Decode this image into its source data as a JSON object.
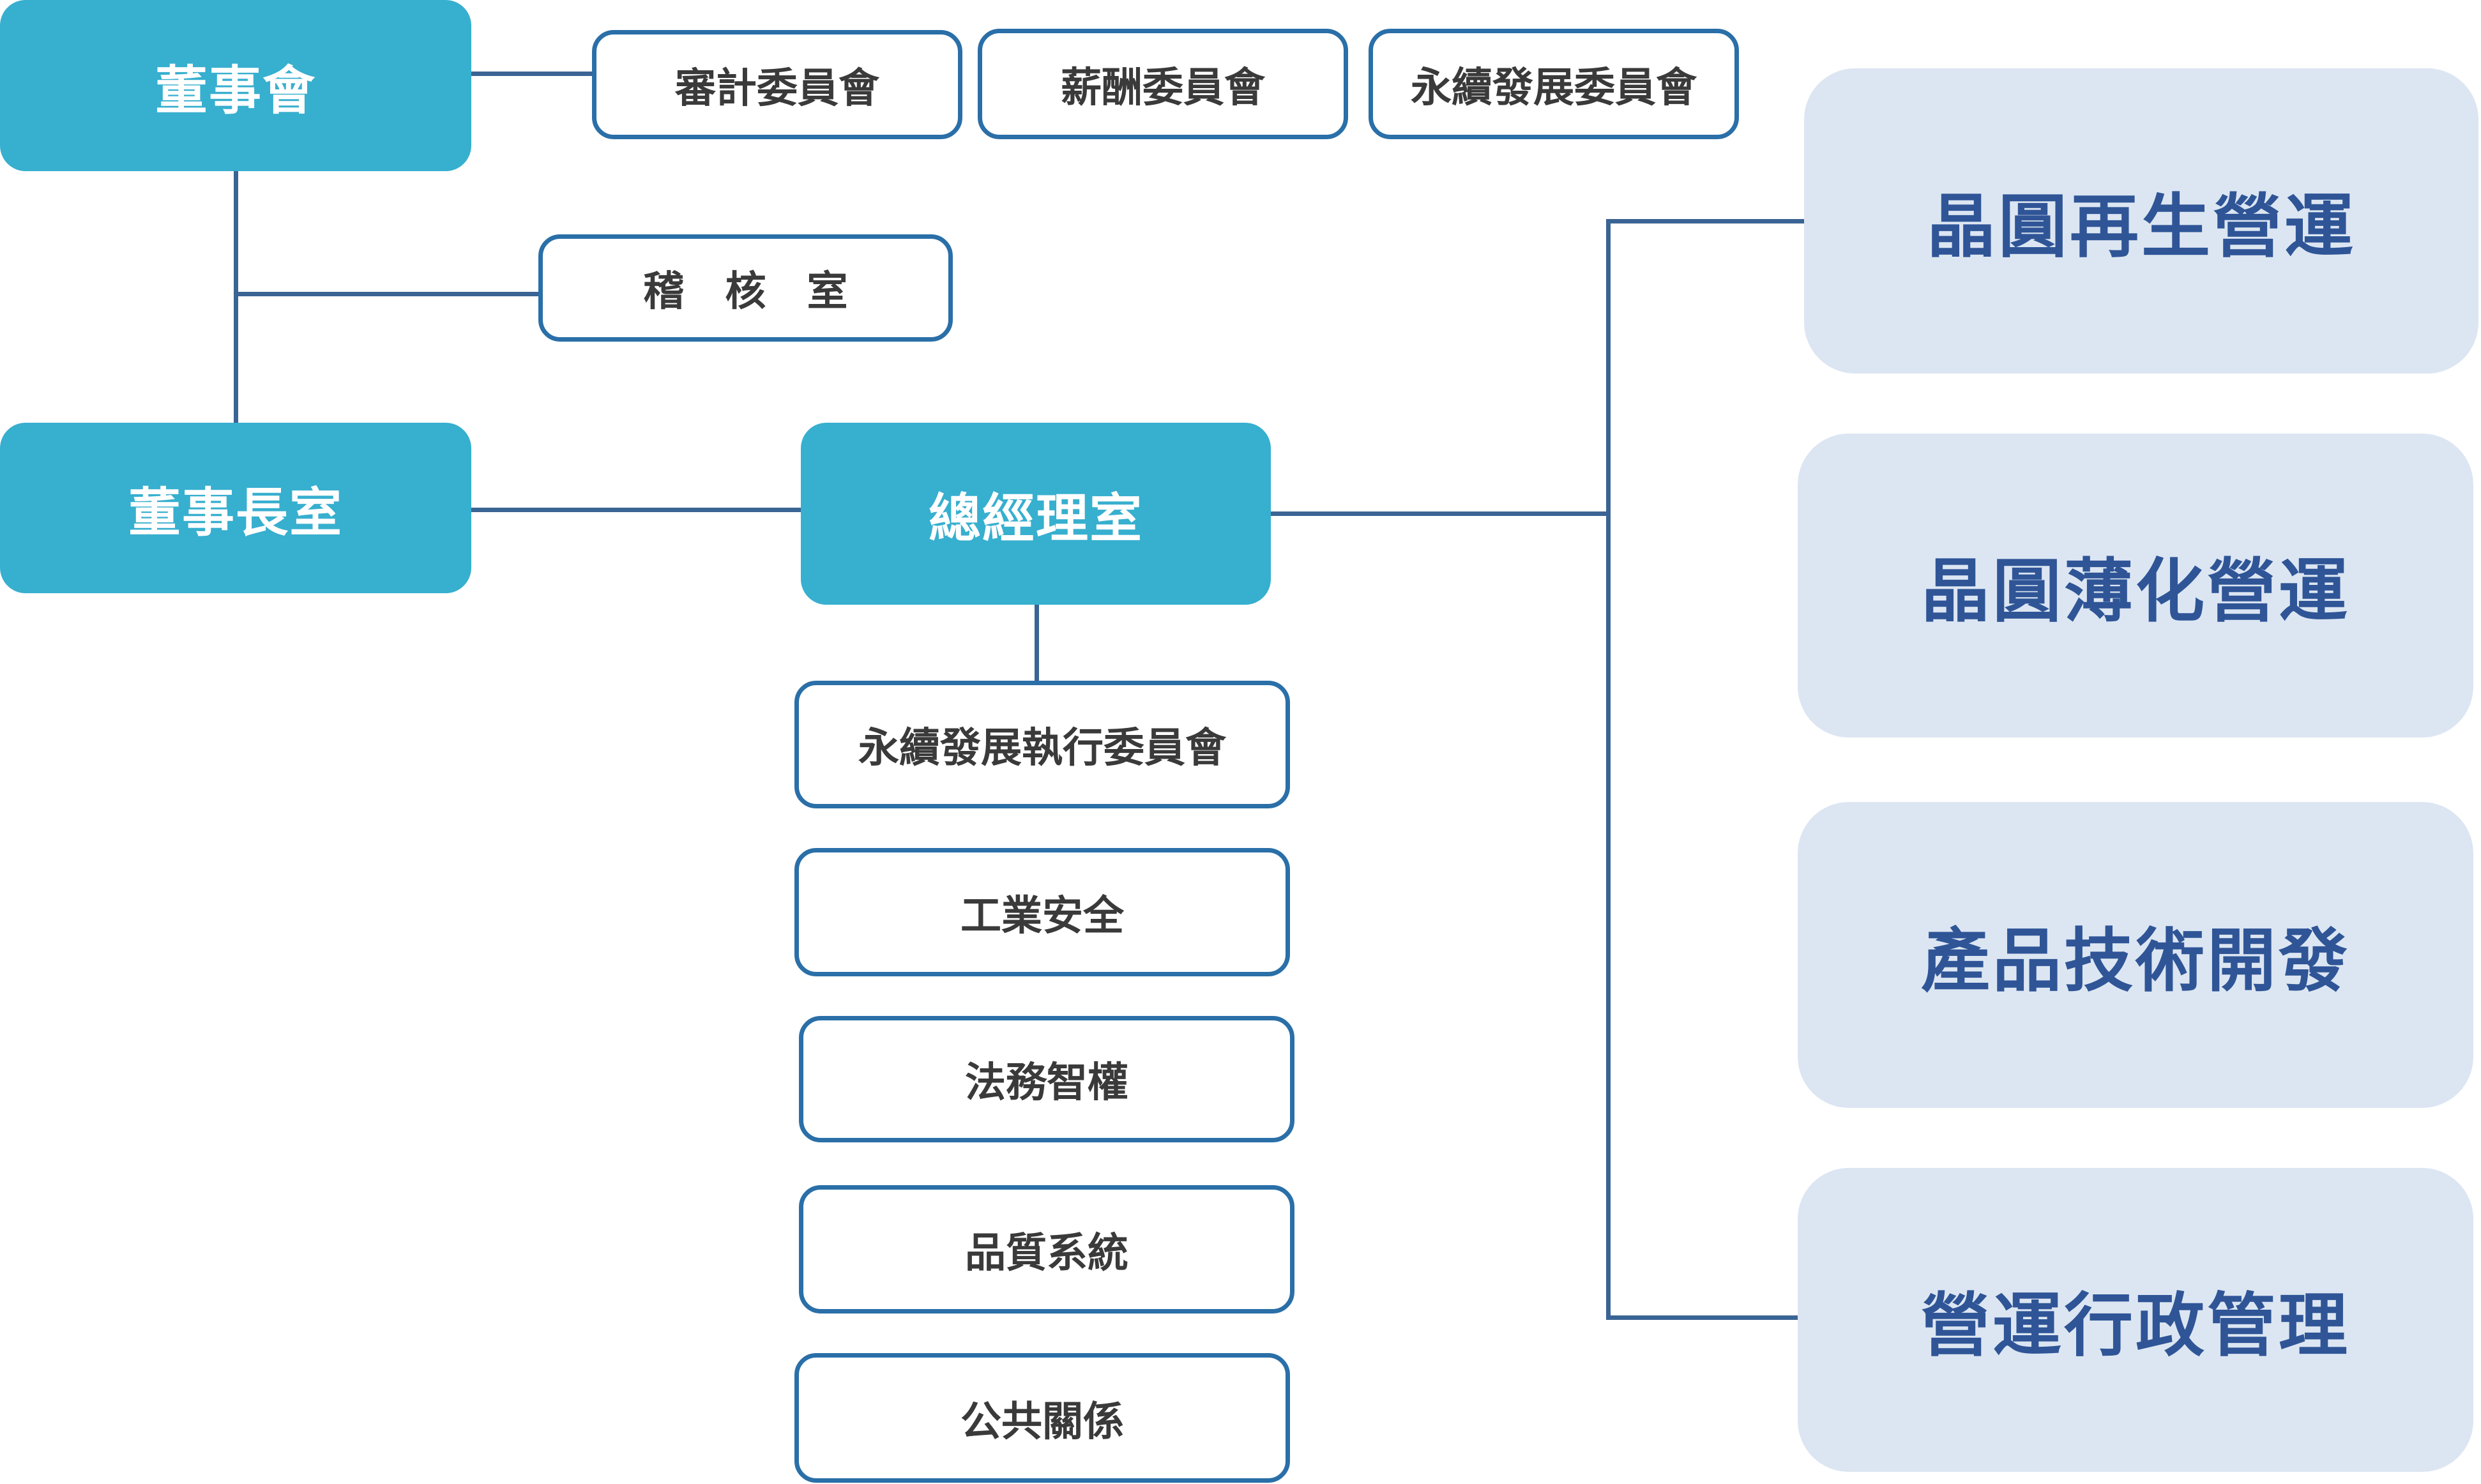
{
  "chart_title": "",
  "colors": {
    "primary_fill": "#37afcf",
    "outline_border": "#2a6fa8",
    "unit_fill": "#dce6f2",
    "unit_text": "#2f5597",
    "connector": "#3a6494",
    "body_text": "#3a3a3a"
  },
  "board": {
    "label": "董事會",
    "committees": [
      {
        "label": "審計委員會"
      },
      {
        "label": "薪酬委員會"
      },
      {
        "label": "永續發展委員會"
      }
    ],
    "audit_office": "稽　核　室"
  },
  "chairman_office": {
    "label": "董事長室"
  },
  "president_office": {
    "label": "總經理室",
    "staff_units": [
      {
        "label": "永續發展執行委員會"
      },
      {
        "label": "工業安全"
      },
      {
        "label": "法務智權"
      },
      {
        "label": "品質系統"
      },
      {
        "label": "公共關係"
      }
    ]
  },
  "business_units": [
    {
      "label": "晶圓再生營運"
    },
    {
      "label": "晶圓薄化營運"
    },
    {
      "label": "產品技術開發"
    },
    {
      "label": "營運行政管理"
    }
  ]
}
